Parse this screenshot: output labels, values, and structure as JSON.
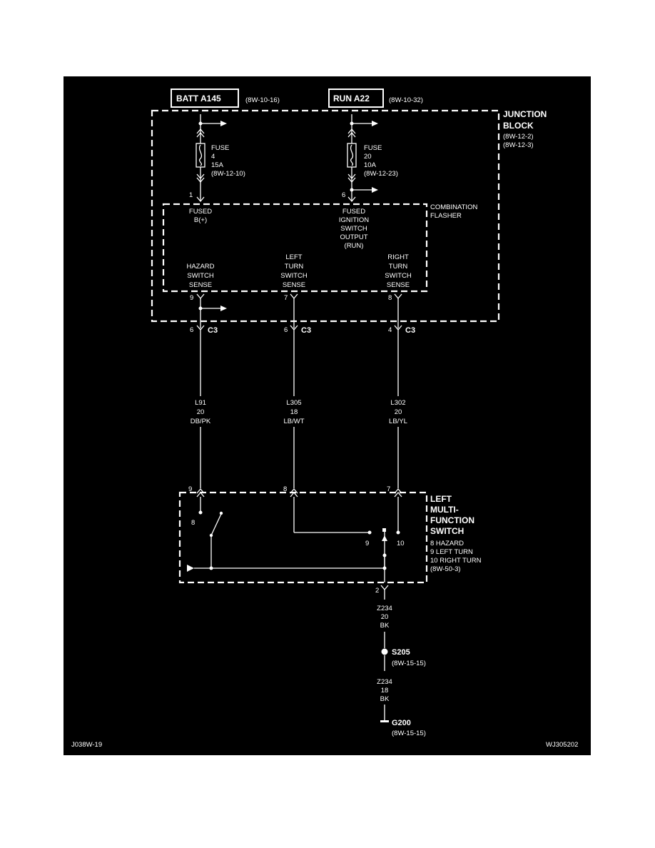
{
  "sources": {
    "batt": {
      "name": "BATT A145",
      "ref": "(8W-10-16)"
    },
    "run": {
      "name": "RUN A22",
      "ref": "(8W-10-32)"
    }
  },
  "junction_block": {
    "title_line1": "JUNCTION",
    "title_line2": "BLOCK",
    "ref1": "(8W-12-2)",
    "ref2": "(8W-12-3)"
  },
  "fuse4": {
    "label": "FUSE",
    "number": "4",
    "rating": "15A",
    "ref": "(8W-12-10)"
  },
  "fuse20": {
    "label": "FUSE",
    "number": "20",
    "rating": "10A",
    "ref": "(8W-12-23)"
  },
  "flasher": {
    "title_line1": "COMBINATION",
    "title_line2": "FLASHER",
    "fused_b": {
      "line1": "FUSED",
      "line2": "B(+)"
    },
    "fused_ign": {
      "line1": "FUSED",
      "line2": "IGNITION",
      "line3": "SWITCH",
      "line4": "OUTPUT",
      "line5": "(RUN)"
    },
    "hazard": {
      "line1": "HAZARD",
      "line2": "SWITCH",
      "line3": "SENSE"
    },
    "left": {
      "line1": "LEFT",
      "line2": "TURN",
      "line3": "SWITCH",
      "line4": "SENSE"
    },
    "right": {
      "line1": "RIGHT",
      "line2": "TURN",
      "line3": "SWITCH",
      "line4": "SENSE"
    }
  },
  "pins": {
    "p1": "1",
    "p6": "6",
    "p9": "9",
    "p7": "7",
    "p8": "8"
  },
  "connectors": {
    "c3_hazard_pin": "6",
    "c3_left_pin": "6",
    "c3_right_pin": "4",
    "c3": "C3"
  },
  "wires": {
    "hazard": {
      "circuit": "L91",
      "gauge": "20",
      "color": "DB/PK"
    },
    "left": {
      "circuit": "L305",
      "gauge": "18",
      "color": "LB/WT"
    },
    "right": {
      "circuit": "L302",
      "gauge": "20",
      "color": "LB/YL"
    },
    "ground1": {
      "circuit": "Z234",
      "gauge": "20",
      "color": "BK"
    },
    "ground2": {
      "circuit": "Z234",
      "gauge": "18",
      "color": "BK"
    }
  },
  "mfs": {
    "pin_hazard": "9",
    "pin_left": "8",
    "pin_right": "7",
    "pin_ground": "2",
    "pos8": "8",
    "pos9": "9",
    "pos10": "10",
    "title1": "LEFT",
    "title2": "MULTI-",
    "title3": "FUNCTION",
    "title4": "SWITCH",
    "legend1": "8 HAZARD",
    "legend2": "9 LEFT TURN",
    "legend3": "10 RIGHT TURN",
    "ref": "(8W-50-3)"
  },
  "splice": {
    "name": "S205",
    "ref": "(8W-15-15)"
  },
  "ground": {
    "name": "G200",
    "ref": "(8W-15-15)"
  },
  "footer": {
    "left": "J038W-19",
    "right": "WJ305202"
  }
}
